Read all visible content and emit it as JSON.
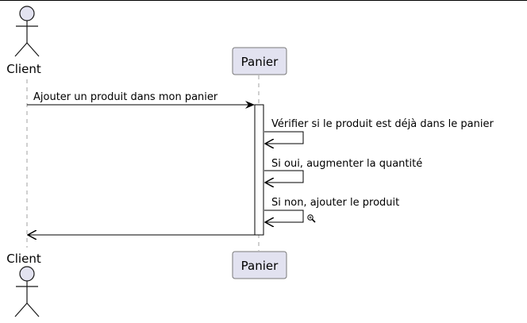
{
  "diagram": {
    "type": "sequence",
    "participants": [
      {
        "id": "client",
        "kind": "actor",
        "label": "Client"
      },
      {
        "id": "panier",
        "kind": "participant",
        "label": "Panier"
      }
    ],
    "messages": [
      {
        "from": "client",
        "to": "panier",
        "label": "Ajouter un produit dans mon panier",
        "style": "sync"
      },
      {
        "from": "panier",
        "to": "panier",
        "label": "Vérifier si le produit est déjà dans le panier",
        "style": "self"
      },
      {
        "from": "panier",
        "to": "panier",
        "label": "Si oui, augmenter la quantité",
        "style": "self"
      },
      {
        "from": "panier",
        "to": "panier",
        "label": "Si non, ajouter le produit",
        "style": "self"
      },
      {
        "from": "panier",
        "to": "client",
        "label": "",
        "style": "return"
      }
    ]
  },
  "icons": {
    "cursor": "zoom-cursor-icon"
  },
  "colors": {
    "actor_fill": "#e2e2f0",
    "actor_stroke": "#181818",
    "participant_fill": "#e2e2f0",
    "participant_stroke": "#7a7a7a",
    "lifeline": "#a0a0a0",
    "line": "#000000"
  }
}
